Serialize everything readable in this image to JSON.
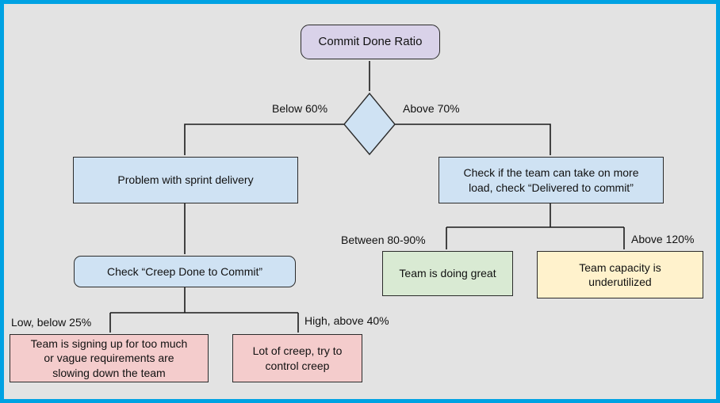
{
  "canvas": {
    "background": "#e3e3e3",
    "frame_color": "#00a2e3",
    "line_color": "#1a1a1a"
  },
  "nodes": {
    "start": {
      "label": "Commit Done Ratio",
      "fill": "#d9d2e9"
    },
    "decision": {
      "fill": "#cfe2f3"
    },
    "problem_sprint_delivery": {
      "label": "Problem with sprint delivery",
      "fill": "#cfe2f3"
    },
    "check_creep_done_to_commit": {
      "label": "Check “Creep Done to Commit”",
      "fill": "#cfe2f3"
    },
    "signing_up_too_much": {
      "label": "Team is signing up for too much\nor vague requirements are\nslowing down the team",
      "fill": "#f4cccc"
    },
    "lot_of_creep": {
      "label": "Lot of creep, try to\ncontrol creep",
      "fill": "#f4cccc"
    },
    "check_take_more_load": {
      "label": "Check if the team can take on more\nload, check “Delivered to commit”",
      "fill": "#cfe2f3"
    },
    "team_doing_great": {
      "label": "Team is doing great",
      "fill": "#d9ead3"
    },
    "team_capacity_underutilized": {
      "label": "Team capacity is\nunderutilized",
      "fill": "#fff2cc"
    }
  },
  "edge_labels": {
    "below_60": "Below 60%",
    "above_70": "Above 70%",
    "low_below_25": "Low, below 25%",
    "high_above_40": "High, above 40%",
    "between_80_90": "Between 80-90%",
    "above_120": "Above 120%"
  }
}
